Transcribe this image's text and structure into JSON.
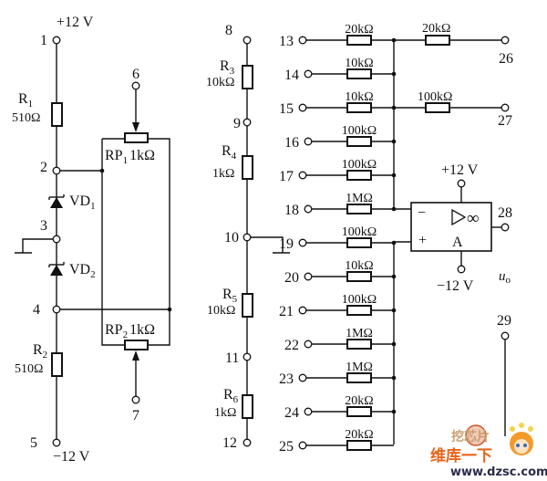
{
  "title": "Operational amplifier experiment board circuit",
  "left_divider": {
    "supply_pos": "+12 V",
    "supply_neg": "−12 V",
    "terminals": [
      "1",
      "2",
      "3",
      "4",
      "5"
    ],
    "r1": {
      "name": "R",
      "sub": "1",
      "value": "510Ω"
    },
    "r2": {
      "name": "R",
      "sub": "2",
      "value": "510Ω"
    },
    "vd1": {
      "name": "VD",
      "sub": "1"
    },
    "vd2": {
      "name": "VD",
      "sub": "2"
    }
  },
  "pots": {
    "rp1": {
      "name": "RP",
      "sub": "1",
      "value": "1kΩ",
      "wiper_terminal": "6"
    },
    "rp2": {
      "name": "RP",
      "sub": "2",
      "value": "1kΩ",
      "wiper_terminal": "7"
    }
  },
  "middle_chain": {
    "terminals": [
      "8",
      "9",
      "10",
      "11",
      "12"
    ],
    "resistors": [
      {
        "name": "R",
        "sub": "3",
        "value": "10kΩ"
      },
      {
        "name": "R",
        "sub": "4",
        "value": "1kΩ"
      },
      {
        "name": "R",
        "sub": "5",
        "value": "10kΩ"
      },
      {
        "name": "R",
        "sub": "6",
        "value": "1kΩ"
      }
    ]
  },
  "input_resistors": [
    {
      "terminal": "13",
      "value": "20kΩ",
      "bus": "inverting"
    },
    {
      "terminal": "14",
      "value": "10kΩ",
      "bus": "inverting"
    },
    {
      "terminal": "15",
      "value": "10kΩ",
      "bus": "inverting"
    },
    {
      "terminal": "16",
      "value": "100kΩ",
      "bus": "inverting"
    },
    {
      "terminal": "17",
      "value": "100kΩ",
      "bus": "inverting"
    },
    {
      "terminal": "18",
      "value": "1MΩ",
      "bus": "inverting"
    },
    {
      "terminal": "19",
      "value": "100kΩ",
      "bus": "non-inverting"
    },
    {
      "terminal": "20",
      "value": "10kΩ",
      "bus": "non-inverting"
    },
    {
      "terminal": "21",
      "value": "100kΩ",
      "bus": "non-inverting"
    },
    {
      "terminal": "22",
      "value": "1MΩ",
      "bus": "non-inverting"
    },
    {
      "terminal": "23",
      "value": "1MΩ",
      "bus": "non-inverting"
    },
    {
      "terminal": "24",
      "value": "20kΩ",
      "bus": "non-inverting"
    },
    {
      "terminal": "25",
      "value": "20kΩ",
      "bus": "non-inverting"
    }
  ],
  "feedback_resistors": [
    {
      "terminal": "26",
      "value": "20kΩ"
    },
    {
      "terminal": "27",
      "value": "100kΩ"
    }
  ],
  "opamp": {
    "name": "A",
    "gain_symbol": "∞",
    "inv_sign": "−",
    "noninv_sign": "+",
    "supply_pos": "+12 V",
    "supply_neg": "−12 V",
    "output_terminal": "28",
    "output_label": "u",
    "output_sub": "o"
  },
  "extra_terminal": "29",
  "watermark": {
    "line1": "挖芯片",
    "line2": "维库一下",
    "url": "www.dzsc.com"
  }
}
